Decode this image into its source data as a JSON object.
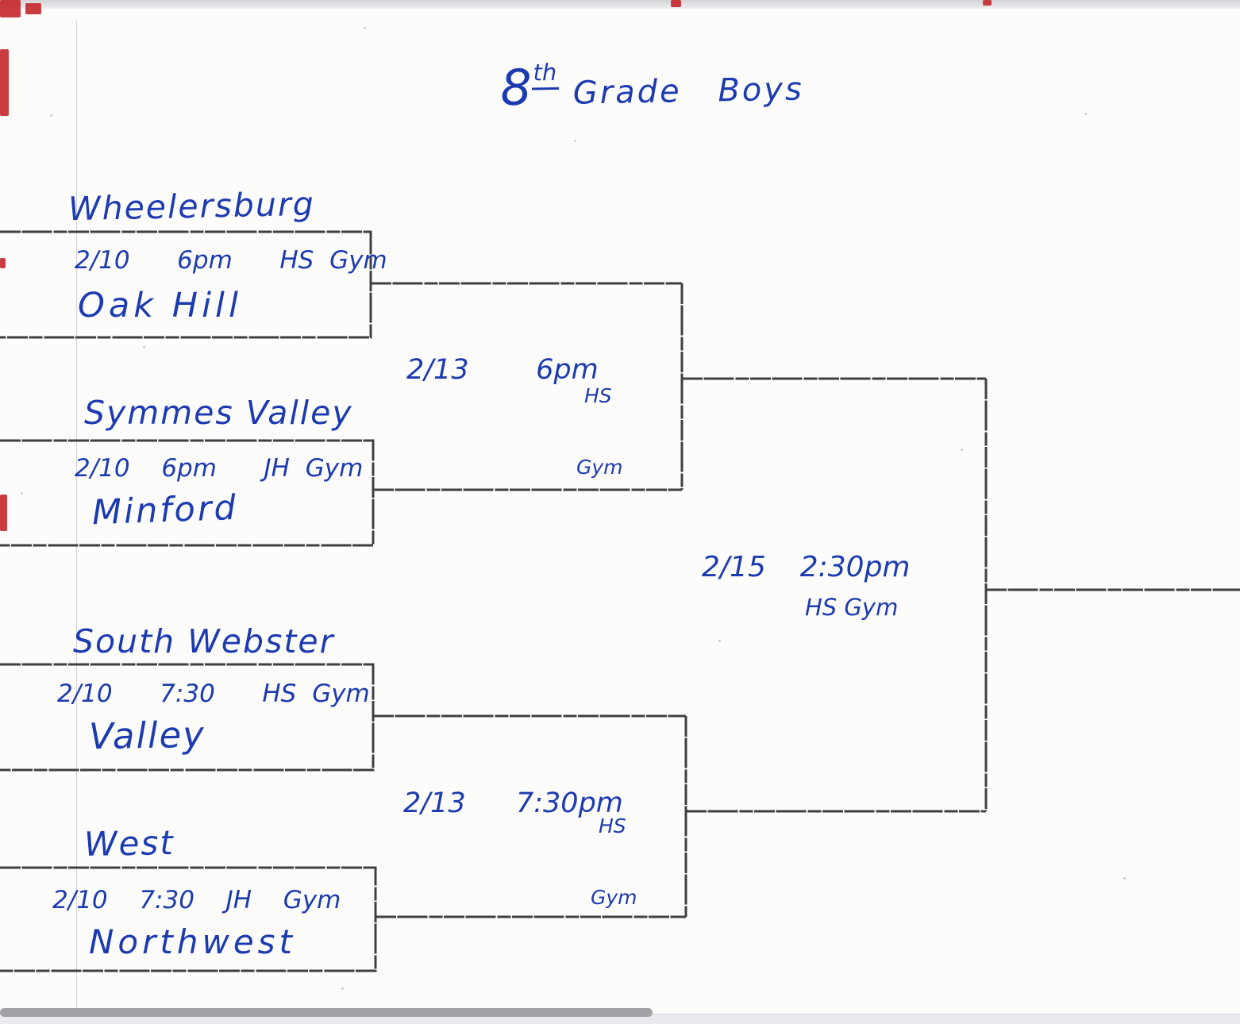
{
  "header": {
    "title_number": "8",
    "title_sup": "th",
    "title_rest": "Grade Boys"
  },
  "bracket": {
    "round1": [
      {
        "team_top": "Wheelersburg",
        "schedule": "2/10   6pm   HS Gym",
        "team_bottom": "Oak Hill"
      },
      {
        "team_top": "Symmes Valley",
        "schedule": "2/10  6pm   JH Gym",
        "team_bottom": "Minford"
      },
      {
        "team_top": "South Webster",
        "schedule": "2/10   7:30   HS Gym",
        "team_bottom": "Valley"
      },
      {
        "team_top": "West",
        "schedule": "2/10  7:30  JH  Gym",
        "team_bottom": "Northwest"
      }
    ],
    "semifinals": [
      {
        "schedule": "2/13    6pm",
        "venue_line1": "HS",
        "venue_line2": "Gym"
      },
      {
        "schedule": "2/13   7:30pm",
        "venue_line1": "HS",
        "venue_line2": "Gym"
      }
    ],
    "final": {
      "schedule": "2/15  2:30pm",
      "venue": "HS Gym"
    }
  },
  "colors": {
    "ink_blue": "#1d3bb0",
    "bracket_line": "#3f3f3f",
    "edge_artifact_red": "#c5272b"
  }
}
